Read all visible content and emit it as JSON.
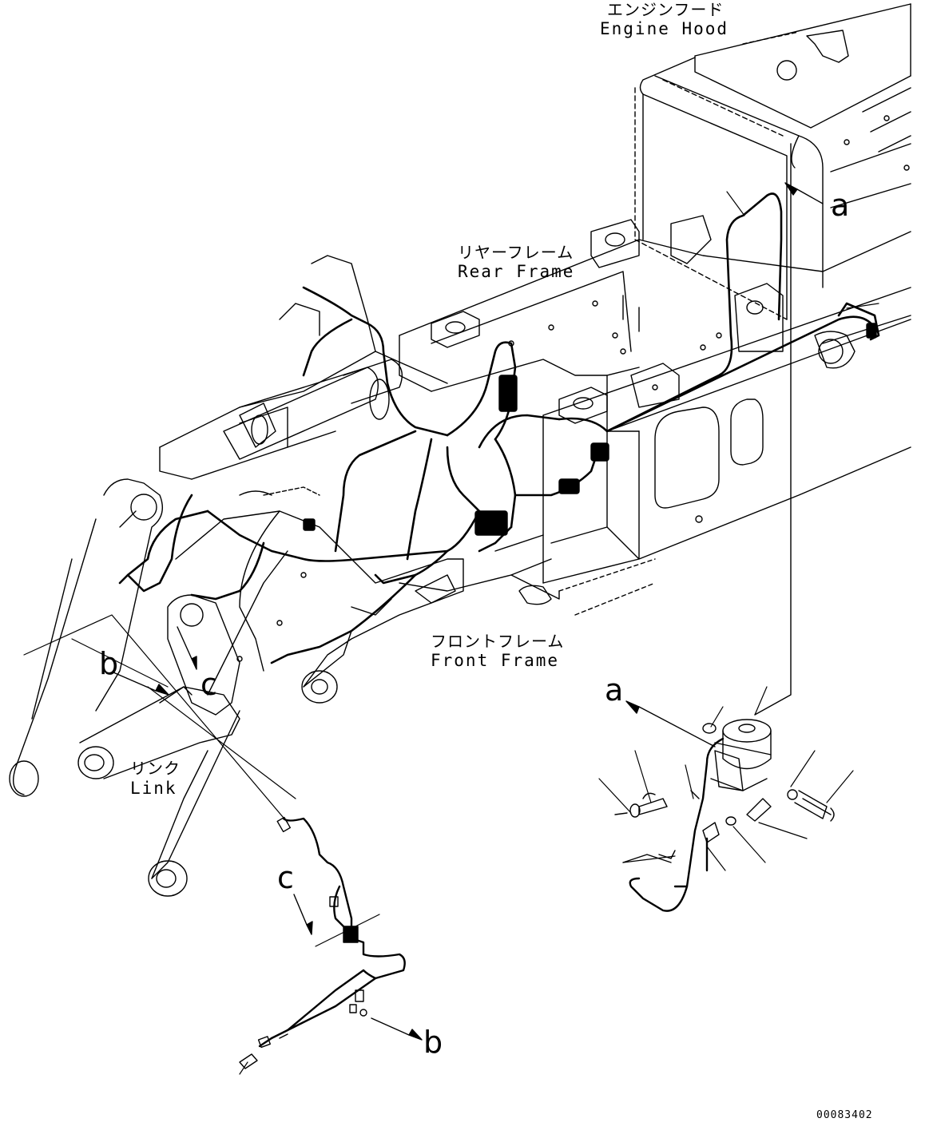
{
  "labels": {
    "engine_hood_jp": "エンジンフード",
    "engine_hood_en": "Engine Hood",
    "rear_frame_jp": "リヤーフレーム",
    "rear_frame_en": "Rear Frame",
    "front_frame_jp": "フロントフレーム",
    "front_frame_en": "Front Frame",
    "link_jp": "リンク",
    "link_en": "Link"
  },
  "callouts": {
    "a_hood": "a",
    "a_detail": "a",
    "b_main": "b",
    "b_detail": "b",
    "c_main": "c",
    "c_detail": "c"
  },
  "document_id": "00083402",
  "colors": {
    "line": "#000000",
    "background": "#ffffff"
  }
}
